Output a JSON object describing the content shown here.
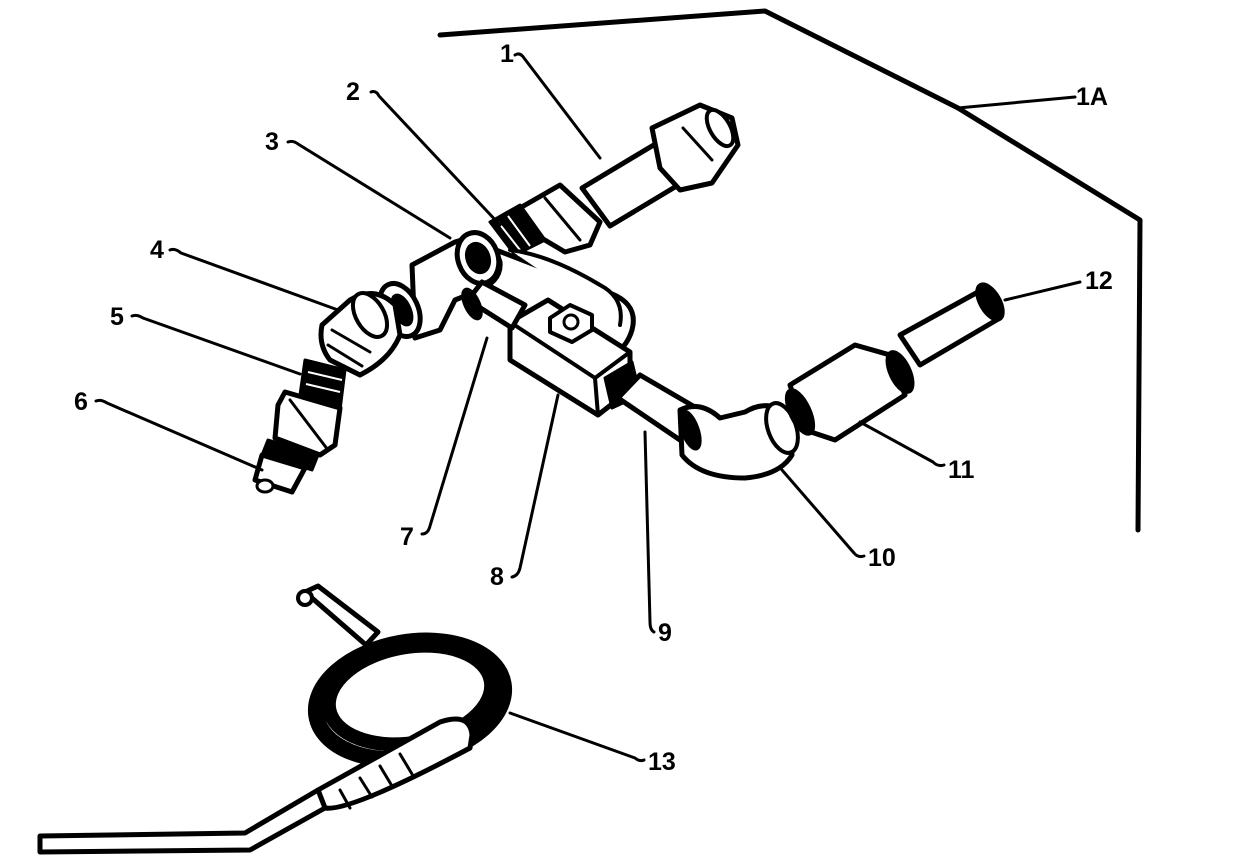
{
  "colors": {
    "ink": "#000000",
    "paper": "#ffffff",
    "hose_shade": "#9a9a9a"
  },
  "callouts": {
    "c1": "1",
    "c1a": "1A",
    "c2": "2",
    "c3": "3",
    "c4": "4",
    "c5": "5",
    "c6": "6",
    "c7": "7",
    "c8": "8",
    "c9": "9",
    "c10": "10",
    "c11": "11",
    "c12": "12",
    "c13": "13"
  }
}
